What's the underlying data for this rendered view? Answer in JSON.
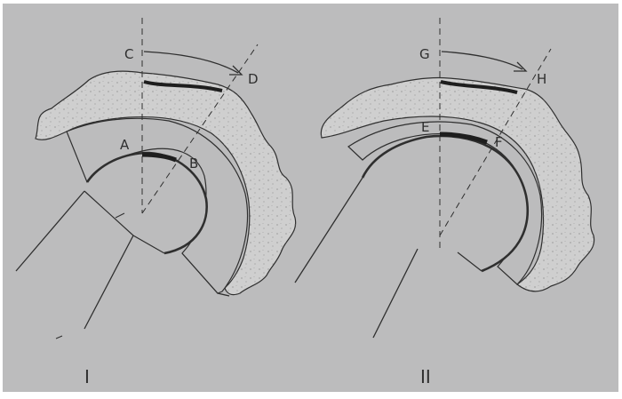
{
  "figure": {
    "panels": [
      {
        "label": "I",
        "points": {
          "top_left": "C",
          "top_right": "D",
          "inner_left": "A",
          "inner_right": "B"
        }
      },
      {
        "label": "II",
        "points": {
          "top_left": "G",
          "top_right": "H",
          "inner_left": "E",
          "inner_right": "F"
        }
      }
    ],
    "colors": {
      "paper": "#bcbcbd",
      "shell": "#cfcfcf",
      "ink": "#2f2f2f",
      "stipple": "#7a7a7a"
    }
  }
}
